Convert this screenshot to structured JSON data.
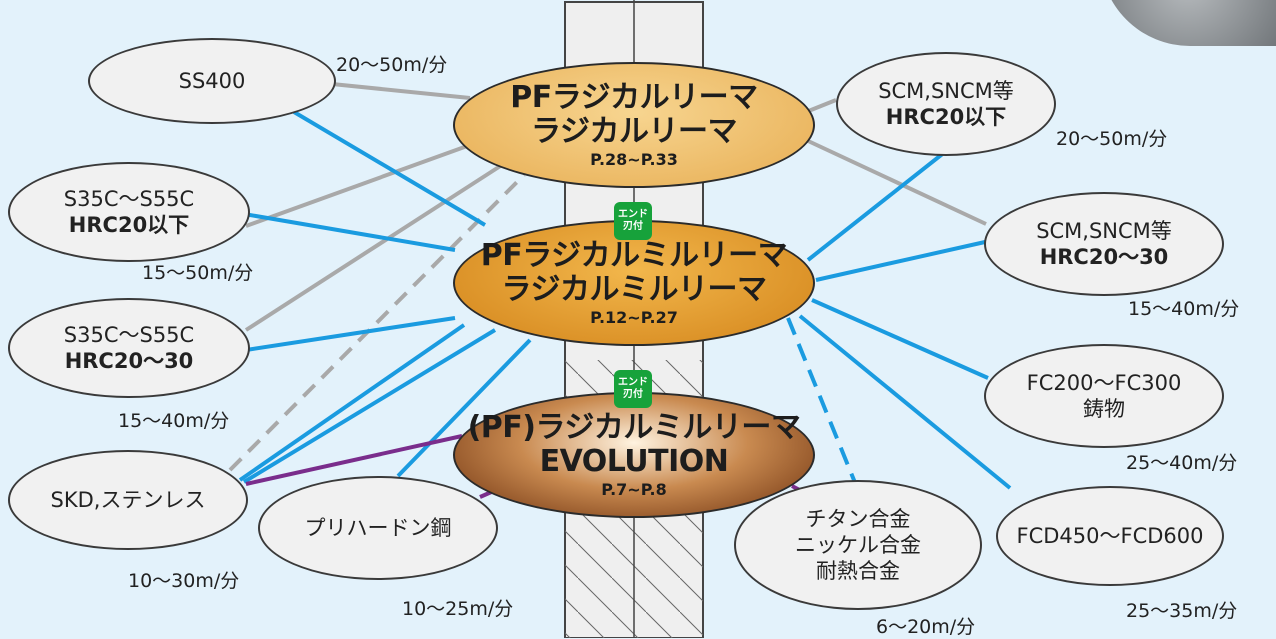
{
  "tools": [
    {
      "line1": "PFラジカルリーマ",
      "line2": "ラジカルリーマ",
      "pages": "P.28~P.33"
    },
    {
      "line1": "PFラジカルミルリーマ",
      "line2": "ラジカルミルリーマ",
      "pages": "P.12~P.27"
    },
    {
      "line1": "(PF)ラジカルミルリーマ",
      "line2": "EVOLUTION",
      "pages": "P.7~P.8"
    }
  ],
  "badge": {
    "line1": "エンド",
    "line2": "刃付"
  },
  "materials": {
    "ss400": {
      "line1": "SS400"
    },
    "s35c_low": {
      "line1": "S35C〜S55C",
      "line2": "HRC20以下"
    },
    "s35c_mid": {
      "line1": "S35C〜S55C",
      "line2": "HRC20〜30"
    },
    "skd": {
      "line1": "SKD,ステンレス"
    },
    "prehard": {
      "line1": "プリハードン鋼"
    },
    "titan": {
      "line1": "チタン合金",
      "line2": "ニッケル合金",
      "line3": "耐熱合金"
    },
    "scm_low": {
      "line1": "SCM,SNCM等",
      "line2": "HRC20以下"
    },
    "scm_mid": {
      "line1": "SCM,SNCM等",
      "line2": "HRC20〜30"
    },
    "fc": {
      "line1": "FC200〜FC300",
      "line2": "鋳物"
    },
    "fcd": {
      "line1": "FCD450〜FCD600"
    }
  },
  "speeds": {
    "ss400": "20〜50m/分",
    "s35c_low": "15〜50m/分",
    "s35c_mid": "15〜40m/分",
    "skd": "10〜30m/分",
    "prehard": "10〜25m/分",
    "titan": "6〜20m/分",
    "scm_low": "20〜50m/分",
    "scm_mid": "15〜40m/分",
    "fc": "25〜40m/分",
    "fcd": "25〜35m/分"
  },
  "colors": {
    "gray_link": "#a9a9a9",
    "blue_link": "#1a9be0",
    "purple_link": "#7a2d8c",
    "badge": "#17a23b",
    "background": "#e3f2fb"
  }
}
